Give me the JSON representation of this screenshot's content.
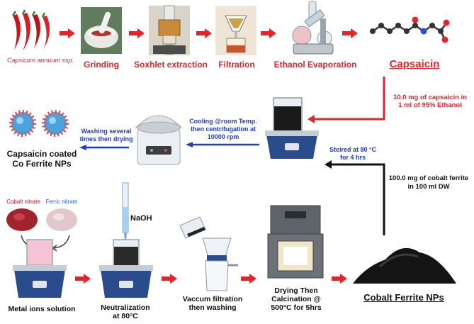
{
  "top_row": {
    "source_label": "Capsicum annuum ssp.",
    "step1": "Grinding",
    "step2": "Soxhlet extraction",
    "step3": "Filtration",
    "step4": "Ethanol Evaporation",
    "product": "Capsaicin"
  },
  "middle_row": {
    "capsaicin_note": "10.0 mg of capsaicin in\n1 ml of 95% Ethanol",
    "stir_label": "Steired at 80 °C\nfor 4 hrs",
    "cool_label": "Cooling @room Temp.\nthen centrifugation at\n10000 rpm",
    "wash_label": "Washing several\ntimes then drying",
    "final_product": "Capsaicin coated\nCo Ferrite NPs",
    "ferrite_note": "100.0 mg of cobalt ferrite\nin 100 ml DW"
  },
  "bottom_row": {
    "cobalt_nitrate": "Cobalt nitrate",
    "ferric_nitrate": "Ferric nitrate",
    "naoh": "NaOH",
    "step1": "Metal ions solution",
    "step2": "Neutralization\nat 80°C",
    "step3": "Vaccum filtration\nthen washing",
    "step4": "Drying Then\nCalcination @\n500°C for 5hrs",
    "product": "Cobalt Ferrite NPs"
  },
  "colors": {
    "arrow_red": "#e0262b",
    "text_blue": "#1f3fbf",
    "stirrer_blue": "#2b4c8c"
  }
}
